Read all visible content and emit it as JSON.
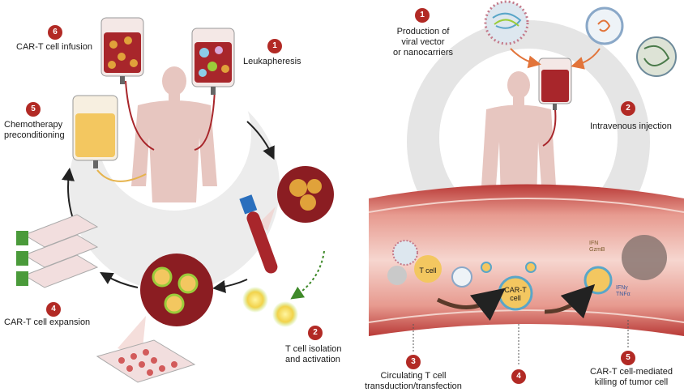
{
  "left_panel": {
    "steps": [
      {
        "number": "1",
        "label": "Leukapheresis"
      },
      {
        "number": "2",
        "label": "T cell isolation\nand activation"
      },
      {
        "number": "4",
        "label": "CAR-T cell expansion"
      },
      {
        "number": "5",
        "label": "Chemotherapy\npreconditioning"
      },
      {
        "number": "6",
        "label": "CAR-T cell infusion"
      }
    ]
  },
  "right_panel": {
    "steps": [
      {
        "number": "1",
        "label": "Production of\nviral vector\nor nanocarriers"
      },
      {
        "number": "2",
        "label": "Intravenous injection"
      },
      {
        "number": "3",
        "label": "Circulating T cell\ntransduction/transfection"
      },
      {
        "number": "4",
        "label": ""
      },
      {
        "number": "5",
        "label": "CAR-T cell-mediated\nkilling of tumor cell"
      }
    ],
    "cell_labels": {
      "t_cell": "T cell",
      "car_t": "CAR-T\ncell",
      "cytokines_a": "IFN\nGzmB",
      "cytokines_b": "IFNγ\nTNFα"
    }
  },
  "colors": {
    "badge": "#b22a25",
    "vessel": "#c9423e",
    "blood_bag": "#a8262b",
    "yellow_bag": "#f3c760",
    "skin": "#e7c6c0",
    "cycle_bg": "#eceded",
    "green_cell": "#9bcc3a",
    "orange_cell": "#e0a23a"
  }
}
